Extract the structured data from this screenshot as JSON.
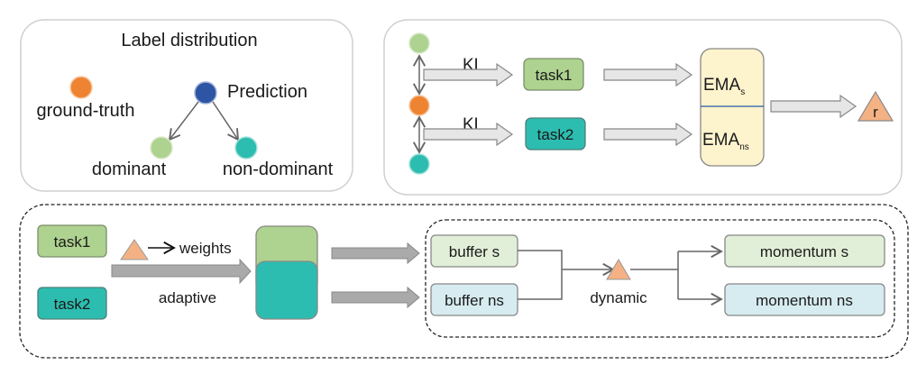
{
  "colors": {
    "light_green": "#aed28f",
    "teal": "#2cbdb0",
    "orange": "#ee8431",
    "blue": "#2d55a3",
    "triangle": "#f4b183",
    "ema_fill": "#fdf3cd",
    "buffer_s_fill": "#e1efd8",
    "buffer_ns_fill": "#d7ecf1",
    "arrow_light": "#e6e6e6",
    "arrow_dark": "#aaaaaa"
  },
  "label_panel": {
    "title": "Label distribution",
    "ground_truth": "ground-truth",
    "prediction": "Prediction",
    "dominant": "dominant",
    "non_dominant": "non-dominant"
  },
  "kl_panel": {
    "kl_top": "KL",
    "kl_bottom": "KL",
    "task1": "task1",
    "task2": "task2",
    "ema_s_main": "EMA",
    "ema_s_sub": "s",
    "ema_ns_main": "EMA",
    "ema_ns_sub": "ns",
    "r_label": "r"
  },
  "bottom_panel": {
    "task1": "task1",
    "task2": "task2",
    "weights": "weights",
    "adaptive": "adaptive",
    "buffer_s": "buffer s",
    "buffer_ns": "buffer ns",
    "dynamic": "dynamic",
    "momentum_s": "momentum s",
    "momentum_ns": "momentum ns"
  }
}
